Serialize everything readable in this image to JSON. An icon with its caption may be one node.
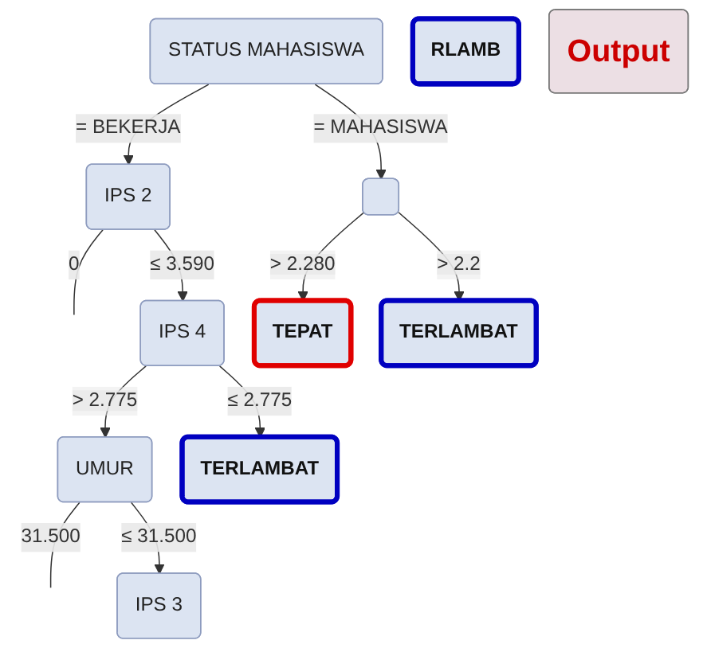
{
  "diagram": {
    "nodes": [
      {
        "text": [
          "STATUS MAHASISWA"
        ]
      },
      {
        "text": [
          "IPS 2"
        ]
      },
      {
        "text": [],
        "shape": "box"
      },
      {
        "text": [
          "IPS 4"
        ]
      },
      {
        "text": [
          "TEPAT"
        ]
      },
      {
        "text": [
          "UMUR"
        ]
      },
      {
        "text": [
          "TERLAMBAT"
        ]
      },
      {
        "text": [
          "TERLAMBAT"
        ]
      },
      {
        "text": [
          "IPS 3"
        ]
      },
      {
        "text": [
          "RLAMB"
        ]
      },
      {
        "text": [
          "Output"
        ]
      }
    ],
    "edges": [
      {
        "from": 0,
        "to": 1,
        "arrow": "to",
        "label": "= BEKERJA"
      },
      {
        "from": 0,
        "to": 2,
        "arrow": "to",
        "label": "= MAHASISWA"
      },
      {
        "from": 1,
        "to": null,
        "arrow": "none",
        "label": "0"
      },
      {
        "from": 1,
        "to": 3,
        "arrow": "to",
        "label": "≤ 3.590"
      },
      {
        "from": 2,
        "to": 4,
        "arrow": "to",
        "label": "> 2.280"
      },
      {
        "from": 2,
        "to": 7,
        "arrow": "to",
        "label": "> 2.2"
      },
      {
        "from": 3,
        "to": 5,
        "arrow": "to",
        "label": "> 2.775"
      },
      {
        "from": 3,
        "to": 6,
        "arrow": "to",
        "label": "≤ 2.775"
      },
      {
        "from": 5,
        "to": null,
        "arrow": "none",
        "label": "31.500"
      },
      {
        "from": 5,
        "to": 8,
        "arrow": "to",
        "label": "≤ 31.500"
      }
    ]
  }
}
